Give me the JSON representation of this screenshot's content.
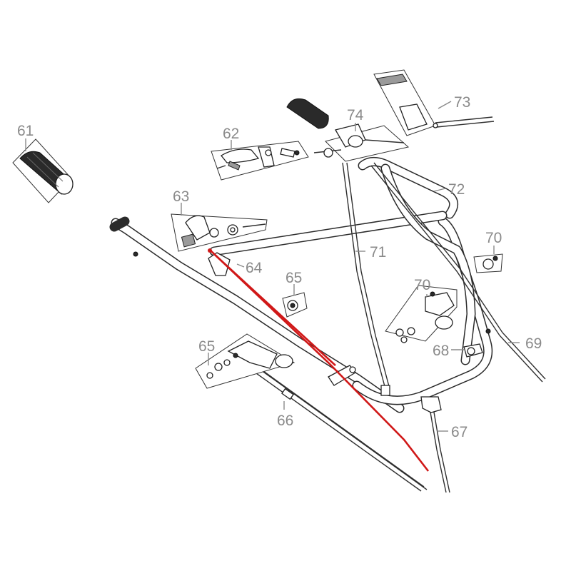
{
  "diagram": {
    "callouts": {
      "c61": "61",
      "c62": "62",
      "c63": "63",
      "c64": "64",
      "c65a": "65",
      "c65b": "65",
      "c66": "66",
      "c67": "67",
      "c68": "68",
      "c69": "69",
      "c70a": "70",
      "c70b": "70",
      "c71": "71",
      "c72": "72",
      "c73": "73",
      "c74": "74"
    },
    "colors": {
      "highlight_cable": "#d01818",
      "line": "#2b2b2b",
      "callout_text": "#8a8a8a"
    }
  }
}
